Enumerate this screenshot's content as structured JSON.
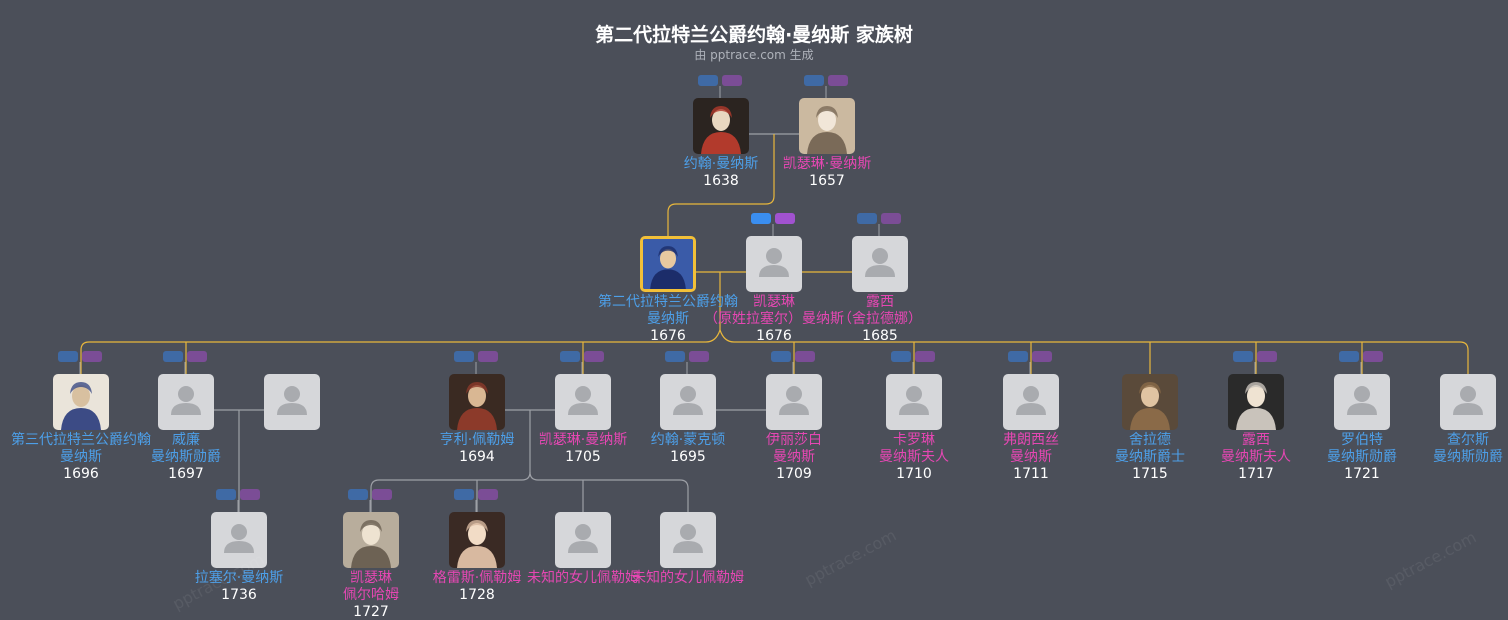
{
  "title": "第二代拉特兰公爵约翰·曼纳斯 家族树",
  "subtitle": "由 pptrace.com 生成",
  "watermark": "pptrace.com",
  "colors": {
    "male": "#4d9fe8",
    "female": "#e547b3",
    "line": "#e8b73c",
    "line_grey": "#9da0a6",
    "background": "#4b4f59"
  },
  "people": [
    {
      "id": "john_sr",
      "name_lines": [
        "约翰·曼纳斯"
      ],
      "year": "1638",
      "sex": "m",
      "portrait": true
    },
    {
      "id": "catherine_sr",
      "name_lines": [
        "凯瑟琳·曼纳斯"
      ],
      "year": "1657",
      "sex": "f",
      "portrait": true
    },
    {
      "id": "duke2",
      "name_lines": [
        "第二代拉特兰公爵约翰",
        "曼纳斯"
      ],
      "year": "1676",
      "sex": "m",
      "portrait": true,
      "selected": true
    },
    {
      "id": "catherine_r",
      "name_lines": [
        "凯瑟琳",
        "（原姓拉塞尔）曼纳斯"
      ],
      "year": "1676",
      "sex": "f",
      "portrait": false
    },
    {
      "id": "lucy",
      "name_lines": [
        "露西",
        "（舍拉德娜）"
      ],
      "year": "1685",
      "sex": "f",
      "portrait": false
    },
    {
      "id": "duke3",
      "name_lines": [
        "第三代拉特兰公爵约翰",
        "曼纳斯"
      ],
      "year": "1696",
      "sex": "m",
      "portrait": true
    },
    {
      "id": "william",
      "name_lines": [
        "威廉",
        "曼纳斯勋爵"
      ],
      "year": "1697",
      "sex": "m",
      "portrait": false
    },
    {
      "id": "william_sp",
      "name_lines": [],
      "year": "",
      "sex": "f",
      "portrait": false
    },
    {
      "id": "henry",
      "name_lines": [
        "亨利·佩勒姆"
      ],
      "year": "1694",
      "sex": "m",
      "portrait": true
    },
    {
      "id": "catherine_p",
      "name_lines": [
        "凯瑟琳·曼纳斯"
      ],
      "year": "1705",
      "sex": "f",
      "portrait": false
    },
    {
      "id": "john_mont",
      "name_lines": [
        "约翰·蒙克顿"
      ],
      "year": "1695",
      "sex": "m",
      "portrait": false
    },
    {
      "id": "elizabeth",
      "name_lines": [
        "伊丽莎白",
        "曼纳斯"
      ],
      "year": "1709",
      "sex": "f",
      "portrait": false
    },
    {
      "id": "caroline",
      "name_lines": [
        "卡罗琳",
        "曼纳斯夫人"
      ],
      "year": "1710",
      "sex": "f",
      "portrait": false
    },
    {
      "id": "frances",
      "name_lines": [
        "弗朗西丝",
        "曼纳斯"
      ],
      "year": "1711",
      "sex": "f",
      "portrait": false
    },
    {
      "id": "sherard",
      "name_lines": [
        "舍拉德",
        "曼纳斯爵士"
      ],
      "year": "1715",
      "sex": "m",
      "portrait": true
    },
    {
      "id": "lucy2",
      "name_lines": [
        "露西",
        "曼纳斯夫人"
      ],
      "year": "1717",
      "sex": "f",
      "portrait": true
    },
    {
      "id": "robert",
      "name_lines": [
        "罗伯特",
        "曼纳斯勋爵"
      ],
      "year": "1721",
      "sex": "m",
      "portrait": false
    },
    {
      "id": "charles",
      "name_lines": [
        "查尔斯",
        "曼纳斯勋爵"
      ],
      "year": "",
      "sex": "m",
      "portrait": false
    },
    {
      "id": "russell",
      "name_lines": [
        "拉塞尔·曼纳斯"
      ],
      "year": "1736",
      "sex": "m",
      "portrait": false
    },
    {
      "id": "catherine_ph",
      "name_lines": [
        "凯瑟琳",
        "佩尔哈姆"
      ],
      "year": "1727",
      "sex": "f",
      "portrait": true
    },
    {
      "id": "grace",
      "name_lines": [
        "格雷斯·佩勒姆"
      ],
      "year": "1728",
      "sex": "f",
      "portrait": true
    },
    {
      "id": "unk1",
      "name_lines": [
        "未知的女儿佩勒姆"
      ],
      "year": "",
      "sex": "f",
      "portrait": false
    },
    {
      "id": "unk2",
      "name_lines": [
        "未知的女儿佩勒姆"
      ],
      "year": "",
      "sex": "f",
      "portrait": false
    }
  ]
}
